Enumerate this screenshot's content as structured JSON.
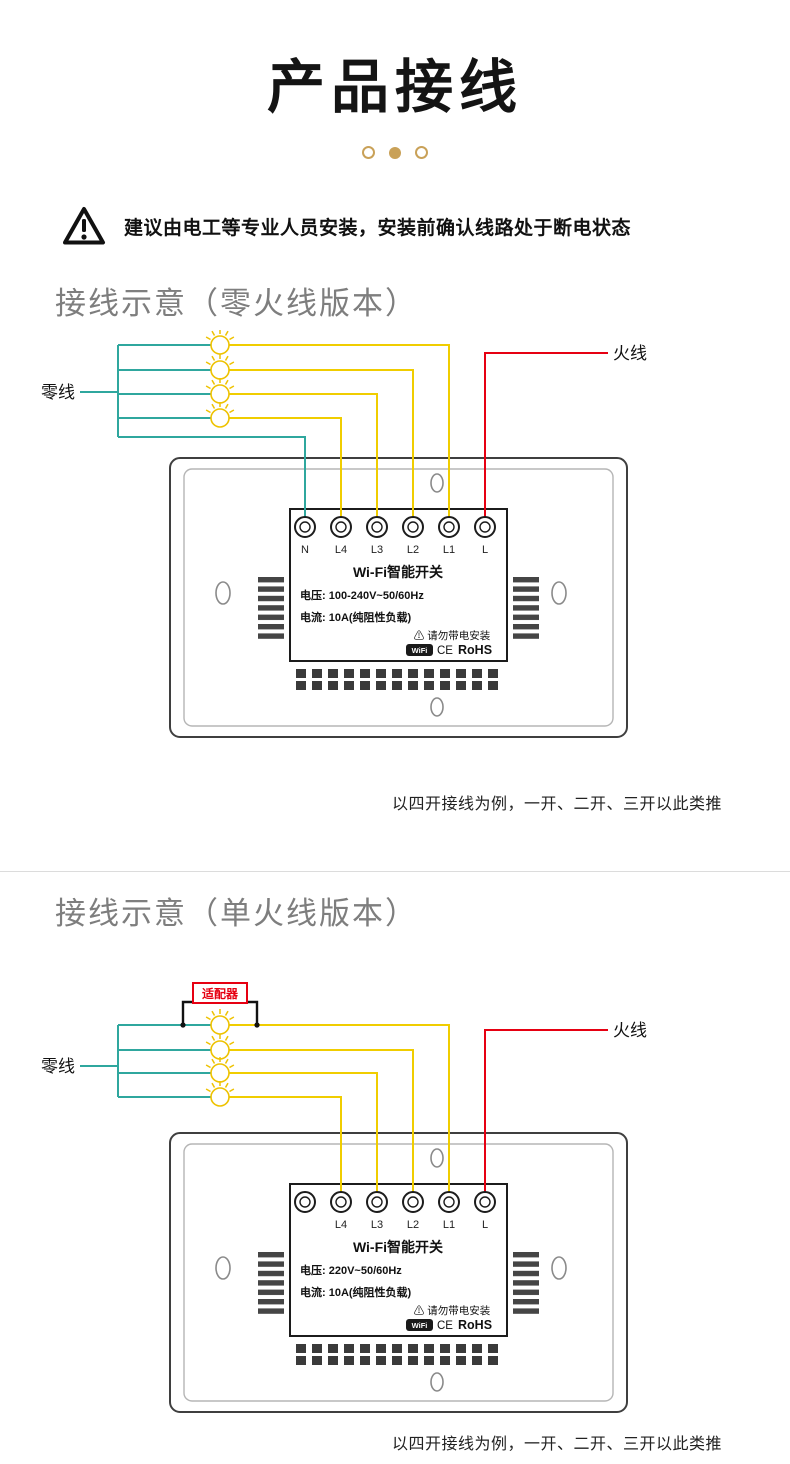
{
  "page": {
    "title": "产品接线"
  },
  "warning": {
    "text": "建议由电工等专业人员安装，安装前确认线路处于断电状态"
  },
  "section1": {
    "heading": "接线示意（零火线版本）",
    "neutral_label": "零线",
    "live_label": "火线",
    "device": {
      "terminals": [
        "N",
        "L4",
        "L3",
        "L2",
        "L1",
        "L"
      ],
      "name": "Wi-Fi智能开关",
      "voltage": "电压: 100-240V~50/60Hz",
      "current": "电流: 10A(纯阻性负载)",
      "install_warning": "⚠ 请勿带电安装",
      "cert_wifi": "WiFi",
      "cert_ce": "CE",
      "cert_rohs": "RoHS"
    },
    "caption": "以四开接线为例，一开、二开、三开以此类推"
  },
  "section2": {
    "heading": "接线示意（单火线版本）",
    "adapter_label": "适配器",
    "neutral_label": "零线",
    "live_label": "火线",
    "device": {
      "terminals": [
        "L4",
        "L3",
        "L2",
        "L1",
        "L"
      ],
      "name": "Wi-Fi智能开关",
      "voltage": "电压: 220V~50/60Hz",
      "current": "电流: 10A(纯阻性负载)",
      "install_warning": "⚠ 请勿带电安装",
      "cert_wifi": "WiFi",
      "cert_ce": "CE",
      "cert_rohs": "RoHS"
    },
    "caption": "以四开接线为例，一开、二开、三开以此类推"
  },
  "colors": {
    "wire_live": "#e60012",
    "wire_neutral": "#2fa79e",
    "wire_load": "#f0cd00",
    "accent_dots": "#c9a158"
  }
}
